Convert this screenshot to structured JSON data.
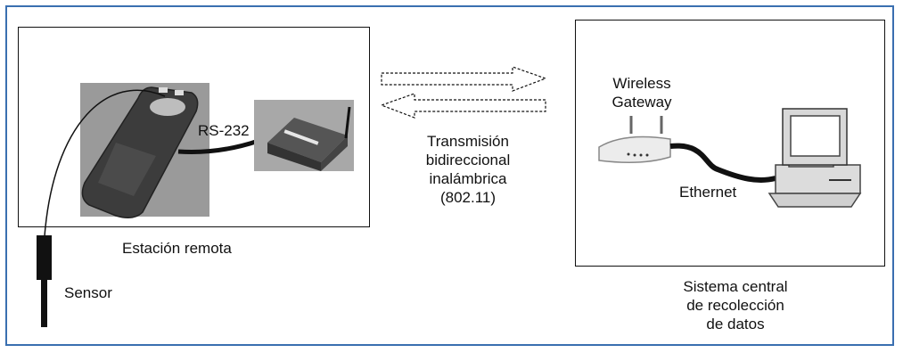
{
  "labels": {
    "rs232": "RS-232",
    "estacion_remota": "Estación remota",
    "sensor": "Sensor",
    "transmision": [
      "Transmisión",
      "bidireccional",
      "inalámbrica",
      "(802.11)"
    ],
    "wireless_gateway": [
      "Wireless",
      "Gateway"
    ],
    "ethernet": "Ethernet",
    "sistema_central": [
      "Sistema central",
      "de recolección",
      "de datos"
    ]
  },
  "colors": {
    "frame_border": "#3a6fb0",
    "line": "#111111",
    "device_gray": "#8a8a8a"
  },
  "icons": {
    "handheld": "pda-device-icon",
    "modem": "rs232-modem-icon",
    "gateway": "wireless-gateway-icon",
    "computer": "desktop-computer-icon",
    "sensor": "sensor-probe-icon"
  }
}
